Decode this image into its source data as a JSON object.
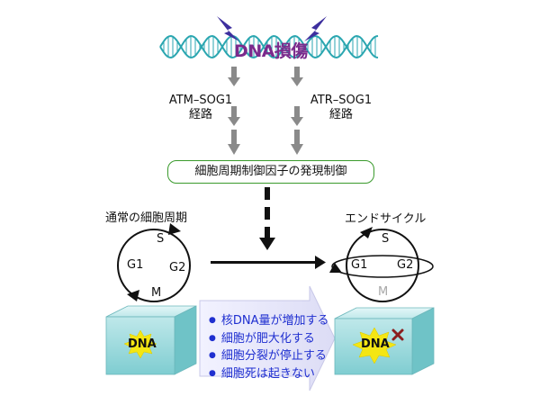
{
  "damage": {
    "label": "DNA損傷"
  },
  "pathways": [
    {
      "line1": "ATM–SOG1",
      "line2": "経路"
    },
    {
      "line1": "ATR–SOG1",
      "line2": "経路"
    }
  ],
  "regulator": {
    "label": "細胞周期制御因子の発現制御"
  },
  "normal_cycle": {
    "title": "通常の細胞周期",
    "phases": {
      "s": "S",
      "g1": "G1",
      "g2": "G2",
      "m": "M"
    }
  },
  "endocycle": {
    "title": "エンドサイクル",
    "phases": {
      "s": "S",
      "g1": "G1",
      "g2": "G2",
      "m": "M"
    }
  },
  "dna_boxes": {
    "left_label": "DNA",
    "right_label": "DNA"
  },
  "effects": [
    "核DNA量が増加する",
    "細胞が肥大化する",
    "細胞分裂が停止する",
    "細胞死は起きない"
  ],
  "colors": {
    "dna_helix": "#2aa6b0",
    "lightning": "#3d2f9e",
    "damage_text": "#7b2a8c",
    "regulator_border": "#3a9a2c",
    "effects_text": "#1f2fd0",
    "box_fill": "#8fd3d6",
    "starburst": "#f4e613",
    "x_mark": "#8b1e1e"
  }
}
